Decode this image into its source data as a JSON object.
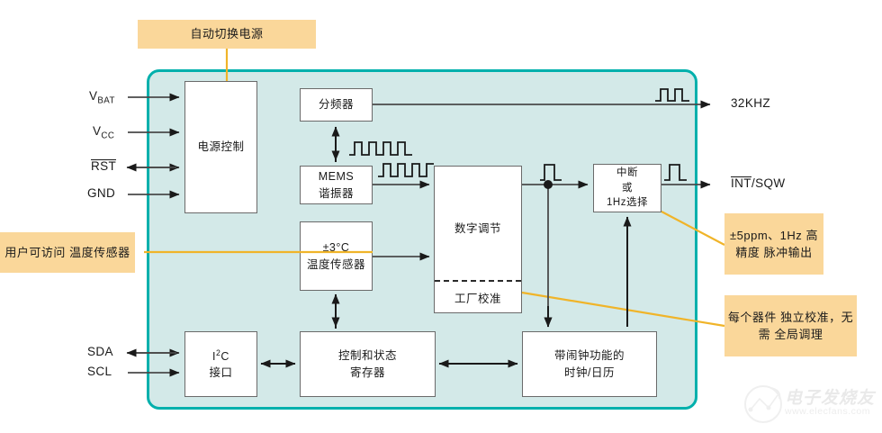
{
  "diagram": {
    "title": "MEMS RTC Block Diagram",
    "chip": {
      "fill_color": "#d3e9e8",
      "border_color": "#00b0ac"
    },
    "blocks": [
      {
        "id": "power-control",
        "lines": [
          "电源控制"
        ]
      },
      {
        "id": "divider",
        "lines": [
          "分频器"
        ]
      },
      {
        "id": "mems-resonator",
        "lines": [
          "MEMS",
          "谐振器"
        ]
      },
      {
        "id": "temp-sensor",
        "lines": [
          "±3°C",
          "温度传感器"
        ]
      },
      {
        "id": "digital-adjust",
        "lines": [
          "数字调节"
        ]
      },
      {
        "id": "factory-calibration",
        "lines": [
          "工厂校准"
        ]
      },
      {
        "id": "interrupt-select",
        "lines": [
          "中断",
          "或",
          "1Hz选择"
        ]
      },
      {
        "id": "i2c-interface",
        "lines": [
          "I2C",
          "接口"
        ]
      },
      {
        "id": "control-status-register",
        "lines": [
          "控制和状态",
          "寄存器"
        ]
      },
      {
        "id": "clock-calendar",
        "lines": [
          "带闹钟功能的",
          "时钟/日历"
        ]
      }
    ],
    "pins_left": [
      {
        "id": "vbat",
        "label": "VBAT",
        "base": "V",
        "sub": "BAT",
        "overline": false,
        "direction": "in"
      },
      {
        "id": "vcc",
        "label": "VCC",
        "base": "V",
        "sub": "CC",
        "overline": false,
        "direction": "in"
      },
      {
        "id": "rst",
        "label": "RST",
        "base": "RST",
        "sub": "",
        "overline": true,
        "direction": "bidirectional"
      },
      {
        "id": "gnd",
        "label": "GND",
        "base": "GND",
        "sub": "",
        "overline": false,
        "direction": "in"
      },
      {
        "id": "sda",
        "label": "SDA",
        "base": "SDA",
        "sub": "",
        "overline": false,
        "direction": "bidirectional"
      },
      {
        "id": "scl",
        "label": "SCL",
        "base": "SCL",
        "sub": "",
        "overline": false,
        "direction": "in"
      }
    ],
    "pins_right": [
      {
        "id": "32khz",
        "label": "32KHZ",
        "overline_part": "",
        "rest": "32KHZ",
        "direction": "out"
      },
      {
        "id": "int-sqw",
        "label": "INT/SQW",
        "overline_part": "INT",
        "rest": "/SQW",
        "direction": "out"
      }
    ],
    "callouts": [
      {
        "id": "auto-switch-power",
        "lines": [
          "自动切换电源"
        ]
      },
      {
        "id": "user-accessible-temp-sensor",
        "lines": [
          "用户可访问",
          "温度传感器"
        ]
      },
      {
        "id": "precision-pulse-output",
        "lines": [
          "±5ppm、1Hz",
          "高精度",
          "脉冲输出"
        ]
      },
      {
        "id": "per-device-calibration",
        "lines": [
          "每个器件",
          "独立校准，无需",
          "全局调理"
        ]
      }
    ],
    "callout_color": "#fad79a",
    "callout_line_color": "#f0b429"
  },
  "watermark": {
    "brand": "电子发烧友",
    "url": "www.elecfans.com"
  }
}
